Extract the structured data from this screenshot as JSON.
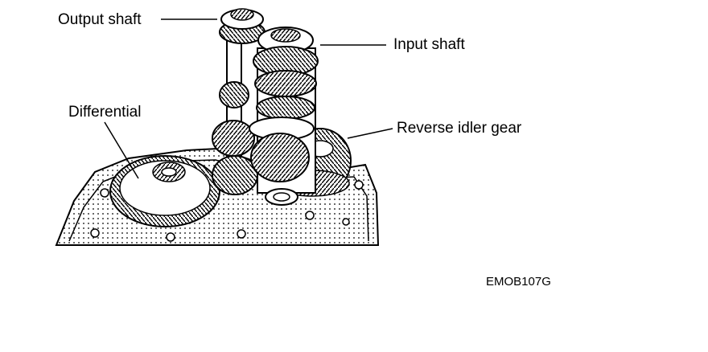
{
  "labels": {
    "output_shaft": "Output shaft",
    "input_shaft": "Input shaft",
    "differential": "Differential",
    "reverse_idler_gear": "Reverse idler gear"
  },
  "figure_code": "EMOB107G"
}
